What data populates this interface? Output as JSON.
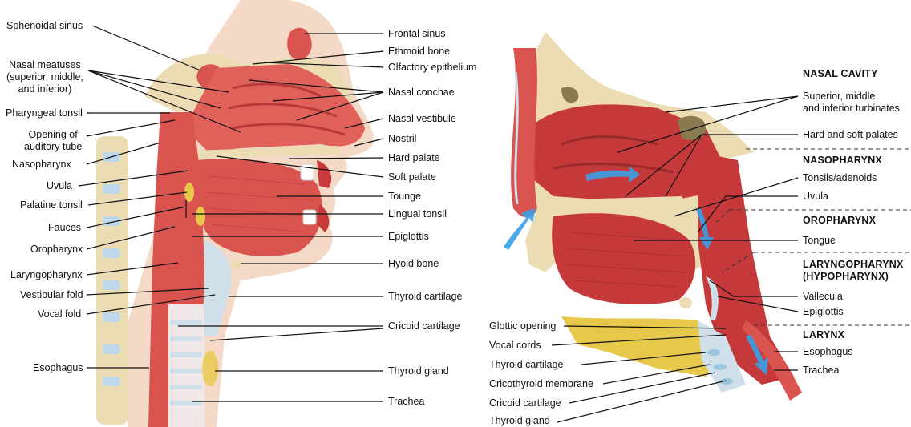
{
  "left": {
    "labels": {
      "sphenoidal_sinus": "Sphenoidal sinus",
      "nasal_meatuses": "Nasal meatuses\n(superior, middle,\nand inferior)",
      "pharyngeal_tonsil": "Pharyngeal tonsil",
      "opening_auditory_tube": "Opening of\nauditory tube",
      "nasopharynx": "Nasopharynx",
      "uvula": "Uvula",
      "palatine_tonsil": "Palatine tonsil",
      "fauces": "Fauces",
      "oropharynx": "Oropharynx",
      "laryngopharynx": "Laryngopharynx",
      "vestibular_fold": "Vestibular fold",
      "vocal_fold": "Vocal fold",
      "esophagus": "Esophagus",
      "frontal_sinus": "Frontal sinus",
      "ethmoid_bone": "Ethmoid bone",
      "olfactory_epithelium": "Olfactory epithelium",
      "nasal_conchae": "Nasal conchae",
      "nasal_vestibule": "Nasal vestibule",
      "nostril": "Nostril",
      "hard_palate": "Hard palate",
      "soft_palate": "Soft palate",
      "tongue": "Tounge",
      "lingual_tonsil": "Lingual tonsil",
      "epiglottis": "Epiglottis",
      "hyoid_bone": "Hyoid bone",
      "thyroid_cartilage": "Thyroid cartilage",
      "cricoid_cartilage": "Cricoid cartilage",
      "thyroid_gland": "Thyroid gland",
      "trachea": "Trachea"
    }
  },
  "right": {
    "regions": {
      "nasal_cavity": "NASAL CAVITY",
      "nasopharynx": "NASOPHARYNX",
      "oropharynx": "OROPHARYNX",
      "laryngopharynx": "LARYNGOPHARYNX\n(HYPOPHARYNX)",
      "larynx": "LARYNX"
    },
    "labels": {
      "turbinates": "Superior, middle\nand inferior turbinates",
      "palates": "Hard and soft palates",
      "tonsils": "Tonsils/adenoids",
      "uvula": "Uvula",
      "tongue": "Tongue",
      "vallecula": "Vallecula",
      "epiglottis": "Epiglottis",
      "esophagus": "Esophagus",
      "trachea": "Trachea",
      "glottic_opening": "Glottic opening",
      "vocal_cords": "Vocal cords",
      "thyroid_cartilage": "Thyroid cartilage",
      "cricothyroid_membrane": "Cricothyroid membrane",
      "cricoid_cartilage": "Cricoid cartilage",
      "thyroid_gland": "Thyroid gland"
    }
  },
  "colors": {
    "tissue": "#d9544f",
    "tissue_dark": "#b8393a",
    "bone": "#ecdcb4",
    "cartilage": "#cfe0ea",
    "fat": "#e8c84a",
    "arrow": "#3aa0e8",
    "skin": "#f3d9c6"
  }
}
